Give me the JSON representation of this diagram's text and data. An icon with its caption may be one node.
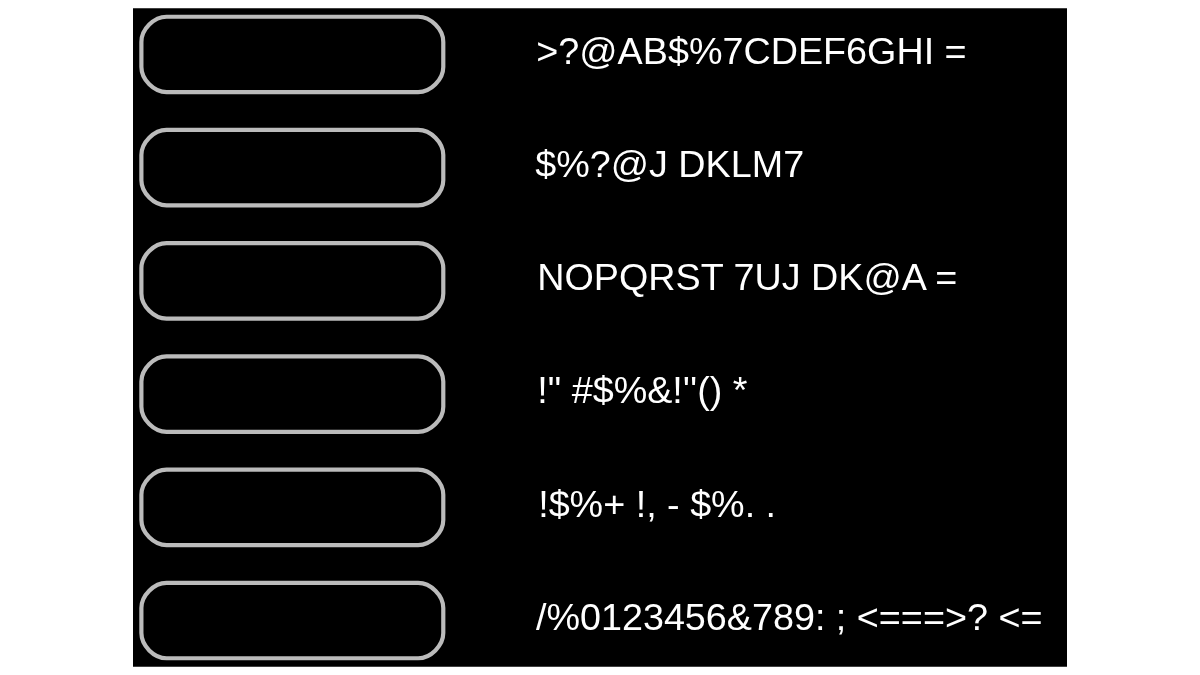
{
  "diagram": {
    "nodes": [
      {
        "text": [],
        "shape": "box"
      },
      {
        "text": [],
        "shape": "box"
      },
      {
        "text": [],
        "shape": "box"
      },
      {
        "text": [],
        "shape": "box"
      },
      {
        "text": [],
        "shape": "box"
      },
      {
        "text": [],
        "shape": "box"
      }
    ],
    "labels": [
      ">?@AB$%7CDEF6GHI =",
      "$%?@J DKLM7",
      "NOPQRST 7UJ DK@A =",
      "!\" #$%&!''() *",
      "!$%+ !, - $%. .",
      "/%0123456&789: ; <===>? <="
    ]
  }
}
